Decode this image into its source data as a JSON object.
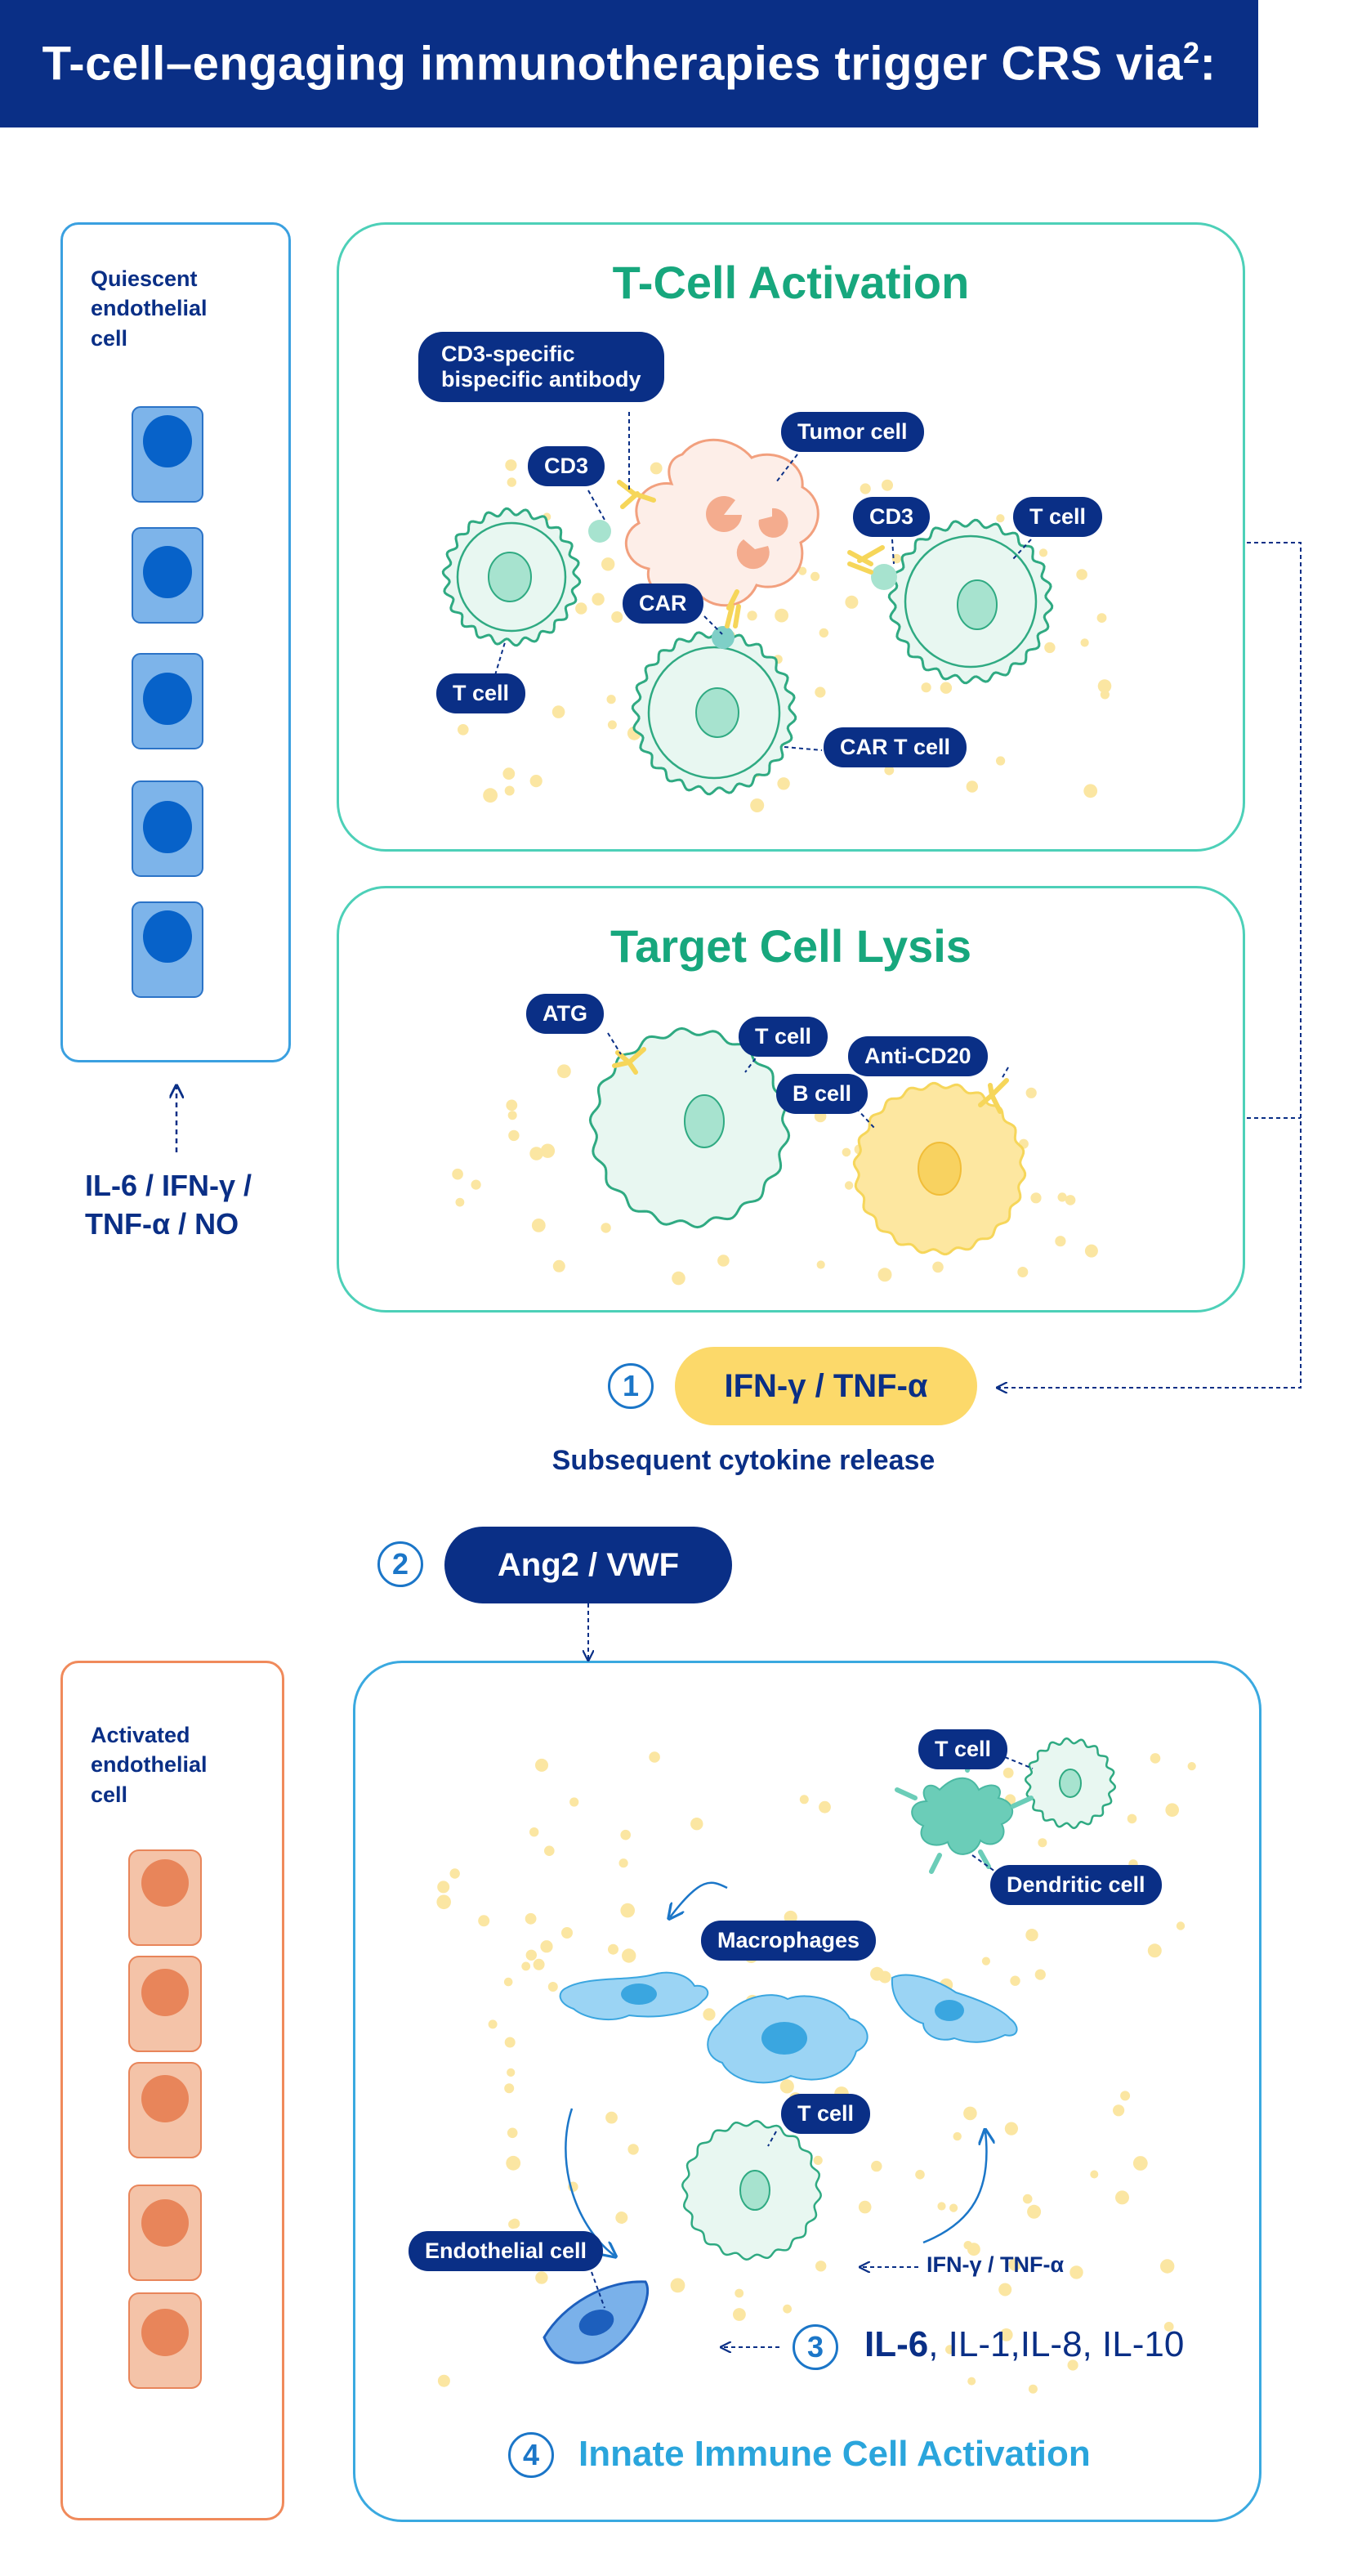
{
  "title": {
    "main": "T-cell–engaging immunotherapies trigger CRS via",
    "sup": "2",
    "suffix": ":"
  },
  "quiescent": {
    "label_lines": [
      "Quiescent",
      "endothelial",
      "cell"
    ]
  },
  "quiescent_cytokines": {
    "lines": [
      "IL-6 / IFN-γ /",
      "TNF-α / NO"
    ]
  },
  "activation_panel": {
    "title": "T-Cell Activation",
    "labels": {
      "bispecific": [
        "CD3-specific",
        "bispecific antibody"
      ],
      "tumor": "Tumor cell",
      "cd3_left": "CD3",
      "cd3_right": "CD3",
      "tcell_right": "T cell",
      "car": "CAR",
      "tcell_left": "T cell",
      "car_tcell": "CAR T cell"
    }
  },
  "lysis_panel": {
    "title": "Target Cell Lysis",
    "labels": {
      "atg": "ATG",
      "tcell": "T cell",
      "anti_cd20": "Anti-CD20",
      "bcell": "B cell"
    }
  },
  "step1": {
    "number": "1",
    "pill": "IFN-γ / TNF-α",
    "caption": "Subsequent cytokine release"
  },
  "step2": {
    "number": "2",
    "pill": "Ang2 / VWF"
  },
  "activated": {
    "label_lines": [
      "Activated",
      "endothelial",
      "cell"
    ]
  },
  "innate_panel": {
    "labels": {
      "tcell_top": "T cell",
      "dendritic": "Dendritic cell",
      "macrophages": "Macrophages",
      "tcell_mid": "T cell",
      "endothelial": "Endothelial cell",
      "ifn_tnf": "IFN-γ / TNF-α"
    }
  },
  "step3": {
    "number": "3",
    "bold": "IL-6",
    "rest": ", IL-1,IL-8, IL-10"
  },
  "step4": {
    "number": "4",
    "text": "Innate Immune Cell Activation"
  },
  "colors": {
    "navy": "#0a2f86",
    "teal_title": "#17a77d",
    "panel_green": "#4dd0b8",
    "panel_blue": "#3aa9e0",
    "quiescent_box": "#3aa0e0",
    "activated_box": "#f08a5b",
    "yellow_pill": "#fcd96a",
    "step4_text": "#2aa5dc"
  },
  "icons": [
    "dashed-arrow",
    "curved-arrow",
    "antibody-icon",
    "t-cell-icon",
    "tumor-cell-icon",
    "b-cell-icon",
    "macrophage-icon",
    "dendritic-cell-icon",
    "endothelial-cell-icon"
  ]
}
